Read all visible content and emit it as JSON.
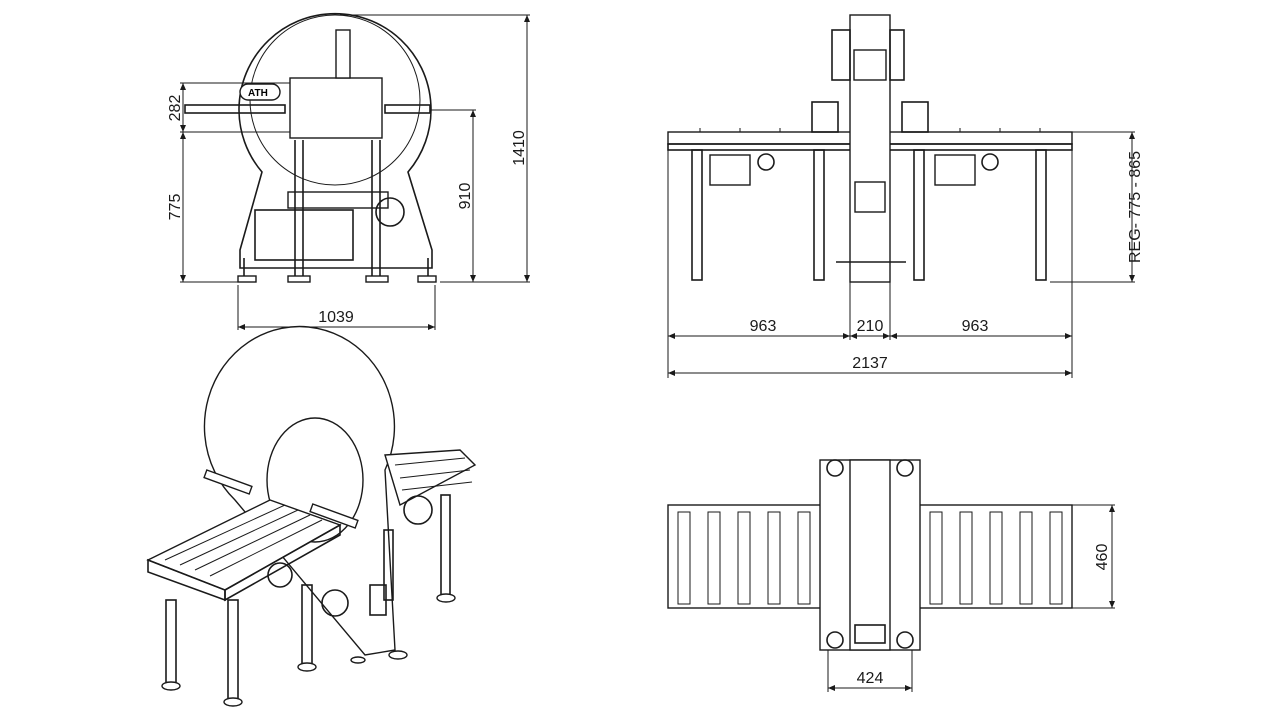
{
  "drawing": {
    "logo_text": "ATH",
    "front_view": {
      "dims": {
        "top_height": "282",
        "lower_height": "775",
        "conveyor_height": "910",
        "total_height": "1410",
        "width": "1039"
      }
    },
    "side_view": {
      "dims": {
        "left_conveyor": "963",
        "column": "210",
        "right_conveyor": "963",
        "total_length": "2137",
        "height_range": "REG- 775 - 865"
      }
    },
    "top_view": {
      "dims": {
        "conveyor_width": "460",
        "column_width": "424"
      }
    }
  }
}
